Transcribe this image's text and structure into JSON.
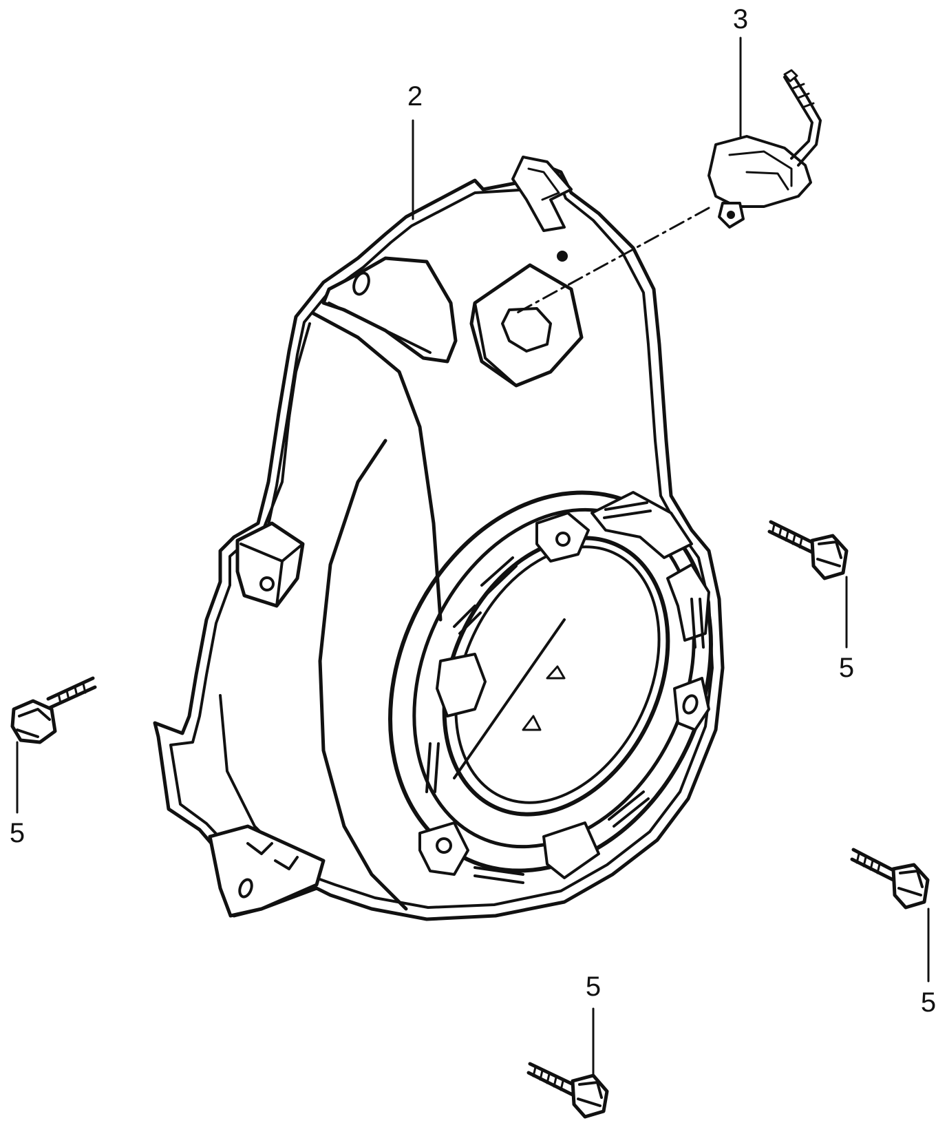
{
  "diagram": {
    "type": "exploded-parts-view",
    "colors": {
      "ink": "#111111",
      "background": "#ffffff"
    },
    "parts": [
      {
        "id": "fan-cover",
        "callout": "2"
      },
      {
        "id": "engine-switch",
        "callout": "3"
      },
      {
        "id": "flange-bolt-right-upper",
        "callout": "5"
      },
      {
        "id": "flange-bolt-left",
        "callout": "5"
      },
      {
        "id": "flange-bolt-right-lower",
        "callout": "5"
      },
      {
        "id": "flange-bolt-bottom",
        "callout": "5"
      }
    ]
  }
}
